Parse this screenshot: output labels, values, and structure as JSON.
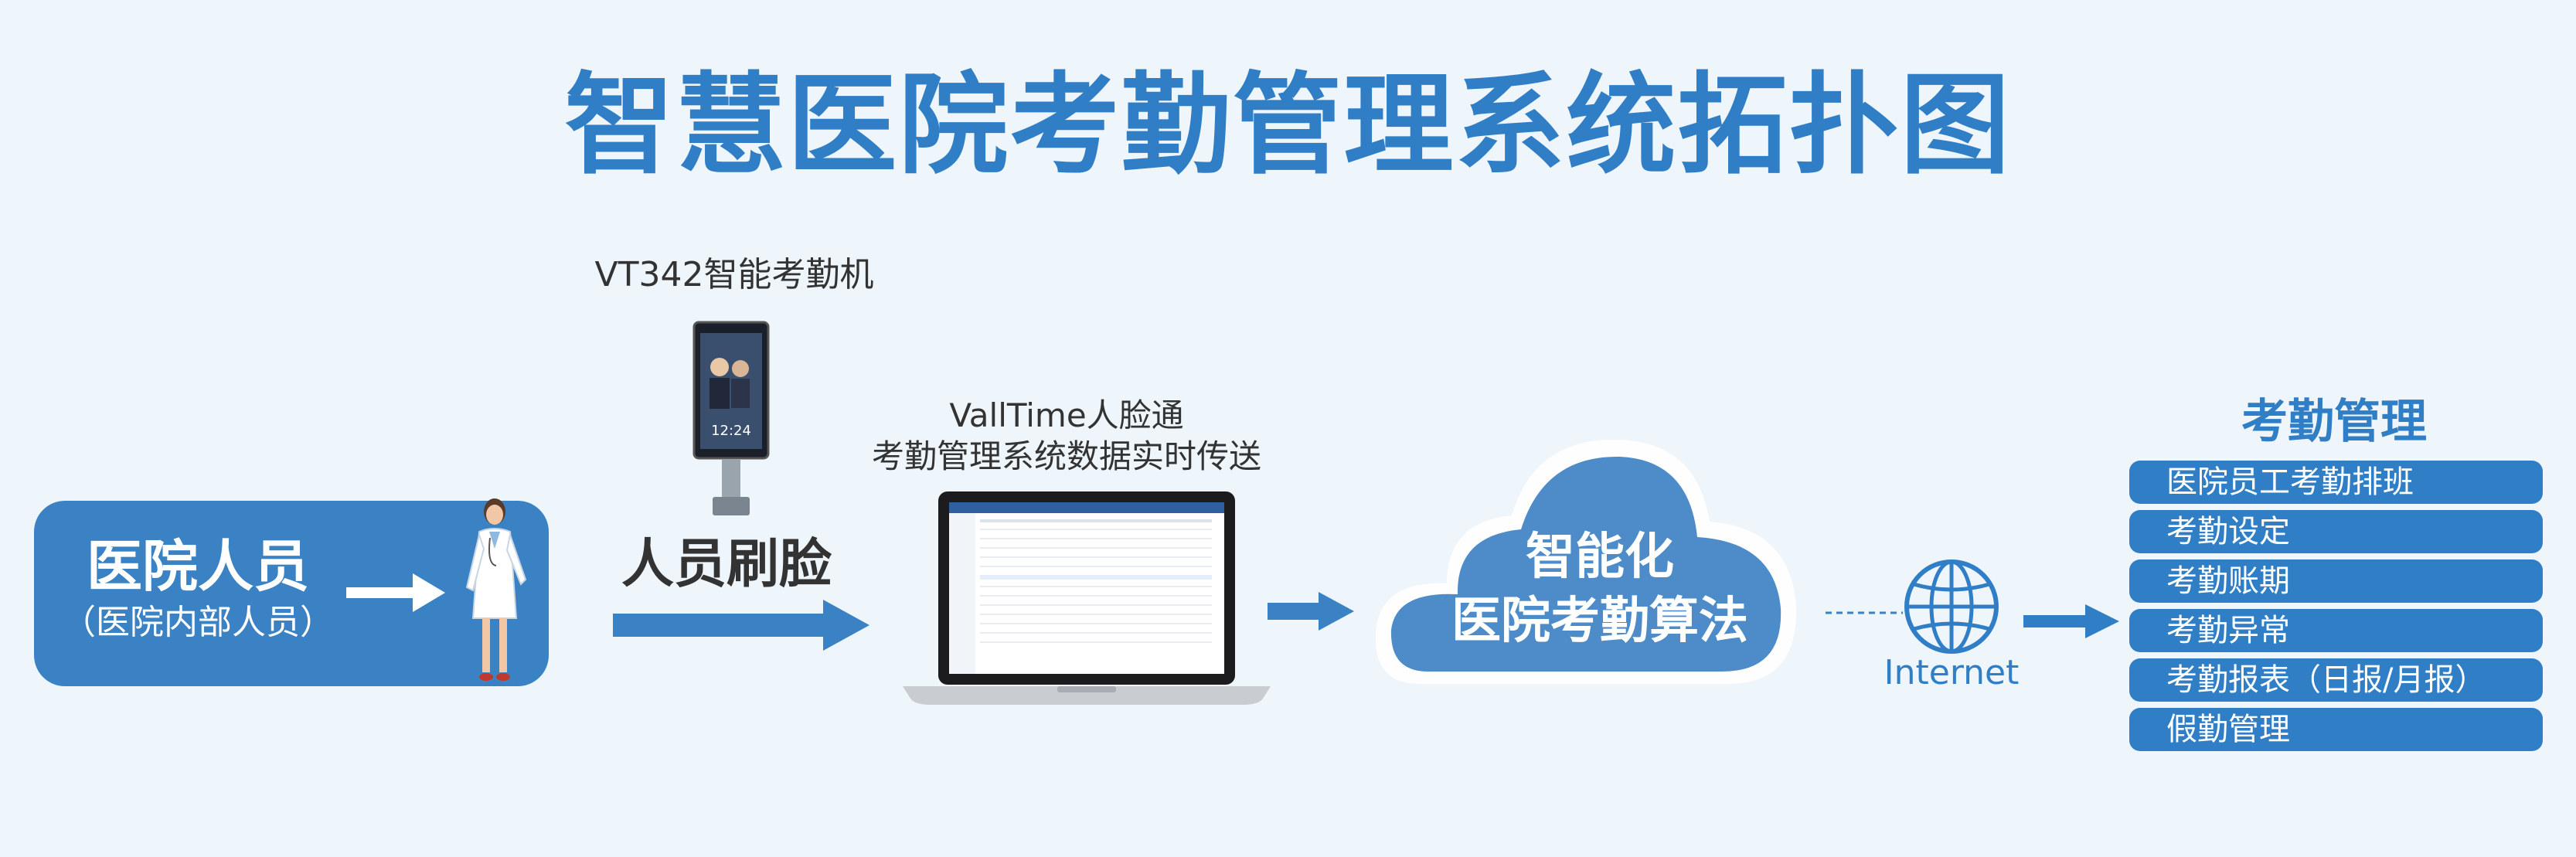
{
  "title": "智慧医院考勤管理系统拓扑图",
  "person": {
    "main": "医院人员",
    "sub": "（医院内部人员）"
  },
  "device": {
    "label": "VT342智能考勤机",
    "screen_time": "12:24"
  },
  "action": {
    "label": "人员刷脸"
  },
  "system": {
    "line1": "VallTime人脸通",
    "line2": "考勤管理系统数据实时传送"
  },
  "cloud": {
    "line1": "智能化",
    "line2": "医院考勤算法"
  },
  "network": {
    "label": "Internet"
  },
  "management": {
    "title": "考勤管理",
    "items": [
      {
        "label": "医院员工考勤排班"
      },
      {
        "label": "考勤设定"
      },
      {
        "label": "考勤账期"
      },
      {
        "label": "考勤异常"
      },
      {
        "label": "考勤报表（日报/月报）"
      },
      {
        "label": "假勤管理"
      }
    ]
  },
  "colors": {
    "primary": "#2f7ec6",
    "box": "#3b82c4",
    "background": "#eef5fb"
  }
}
